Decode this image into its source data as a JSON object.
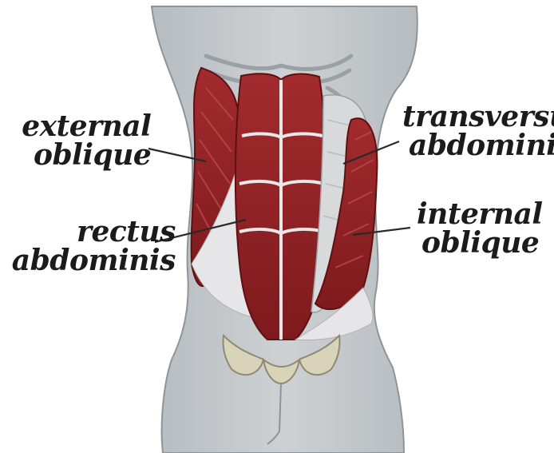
{
  "labels": {
    "external_oblique": [
      "external",
      "oblique"
    ],
    "rectus_abdominis": [
      "rectus",
      "abdominis"
    ],
    "transversus_abdominis": [
      "transversus",
      "abdominis"
    ],
    "internal_oblique": [
      "internal",
      "oblique"
    ]
  },
  "colors": {
    "skin": "#c9cdd0",
    "skin_outline": "#8e9497",
    "muscle": "#8c1f22",
    "muscle_dark": "#5e1012",
    "muscle_light": "#b33a3c",
    "tendon": "#e9e9ea",
    "bone": "#d8d3b9",
    "leader_line": "#2a2a2a"
  }
}
